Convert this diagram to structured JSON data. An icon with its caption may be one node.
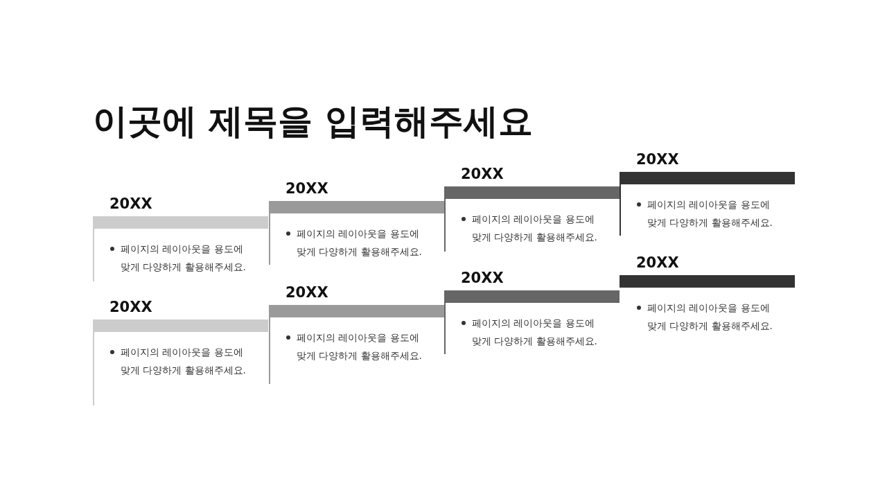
{
  "diagram": {
    "title": "이곳에 제목을 입력해주세요",
    "nodes": [
      {
        "text": [
          "20XX",
          "페이지의 레이아웃을 용도에 맞게 다양하게 활용해주세요."
        ]
      },
      {
        "text": [
          "20XX",
          "페이지의 레이아웃을 용도에 맞게 다양하게 활용해주세요."
        ]
      },
      {
        "text": [
          "20XX",
          "페이지의 레이아웃을 용도에 맞게 다양하게 활용해주세요."
        ]
      },
      {
        "text": [
          "20XX",
          "페이지의 레이아웃을 용도에 맞게 다양하게 활용해주세요."
        ]
      },
      {
        "text": [
          "20XX",
          "페이지의 레이아웃을 용도에 맞게 다양하게 활용해주세요."
        ]
      },
      {
        "text": [
          "20XX",
          "페이지의 레이아웃을 용도에 맞게 다양하게 활용해주세요."
        ]
      },
      {
        "text": [
          "20XX",
          "페이지의 레이아웃을 용도에 맞게 다양하게 활용해주세요."
        ]
      },
      {
        "text": [
          "20XX",
          "페이지의 레이아웃을 용도에 맞게 다양하게 활용해주세요."
        ]
      }
    ],
    "edges": []
  }
}
